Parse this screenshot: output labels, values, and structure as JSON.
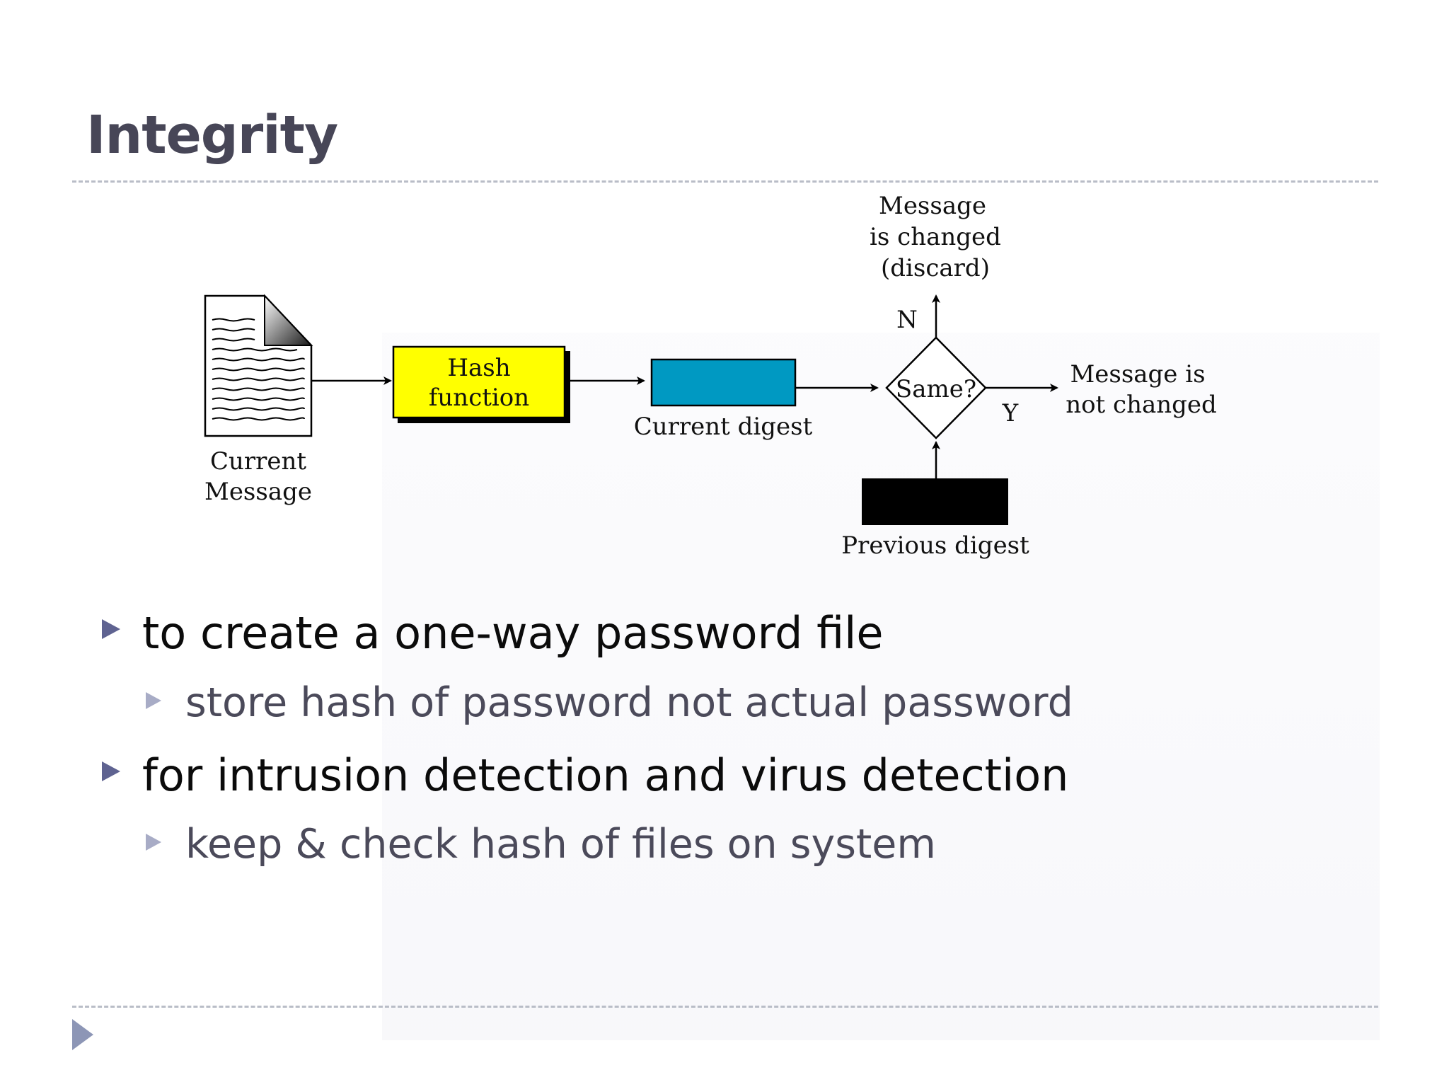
{
  "slide": {
    "title": "Integrity"
  },
  "diagram": {
    "current_message_label": [
      "Current",
      "Message"
    ],
    "hash_function_label": [
      "Hash",
      "function"
    ],
    "current_digest_label": "Current digest",
    "decision_label": "Same?",
    "no_branch_label": "N",
    "yes_branch_label": "Y",
    "changed_label": [
      "Message",
      "is changed",
      "(discard)"
    ],
    "not_changed_label": [
      "Message is",
      "not changed"
    ],
    "previous_digest_label": "Previous digest",
    "colors": {
      "hash_box": "#ffff00",
      "current_digest_box": "#0099c2",
      "previous_digest_box": "#000000"
    }
  },
  "bullets": [
    {
      "text": "to create a one-way password file",
      "sub": [
        "store hash of password not actual password"
      ]
    },
    {
      "text": "for intrusion detection and virus detection",
      "sub": [
        "keep & check hash of files on system"
      ]
    }
  ],
  "icons": {
    "bullet": "triangle-right-icon",
    "nav": "next-slide-arrow-icon"
  }
}
